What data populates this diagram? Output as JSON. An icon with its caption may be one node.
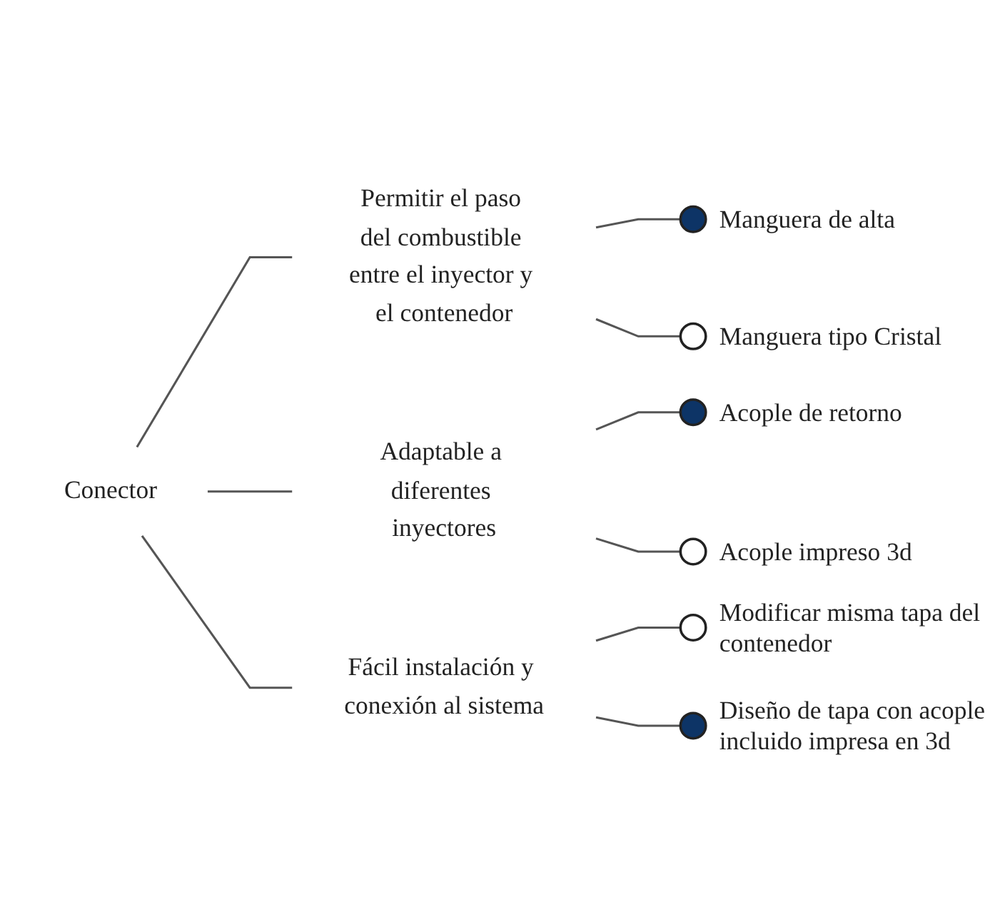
{
  "diagram": {
    "nodes": [
      {
        "text": [
          "Conector"
        ]
      },
      {
        "text": [
          "Permitir el paso del combustible entre el inyector y el contenedor"
        ]
      },
      {
        "text": [],
        "shape": "circle",
        "beside": [
          "Manguera de alta"
        ]
      },
      {
        "text": [],
        "shape": "circle",
        "beside": [
          "Manguera tipo Cristal"
        ]
      },
      {
        "text": [
          "Adaptable a diferentes inyectores"
        ]
      },
      {
        "text": [],
        "shape": "circle",
        "beside": [
          "Acople de retorno"
        ]
      },
      {
        "text": [],
        "shape": "circle",
        "beside": [
          "Acople impreso 3d"
        ]
      },
      {
        "text": [
          "Fácil instalación y conexión al sistema"
        ]
      },
      {
        "text": [],
        "shape": "circle",
        "beside": [
          "Modificar misma tapa del contenedor"
        ]
      },
      {
        "text": [],
        "shape": "circle",
        "beside": [
          "Diseño de tapa con acople incluido impresa en 3d"
        ]
      }
    ],
    "edges": [
      {
        "from": 0,
        "to": 1,
        "arrow": "none"
      },
      {
        "from": 0,
        "to": 4,
        "arrow": "none"
      },
      {
        "from": 0,
        "to": 7,
        "arrow": "none"
      },
      {
        "from": 1,
        "to": 2,
        "arrow": "none"
      },
      {
        "from": 1,
        "to": 3,
        "arrow": "none"
      },
      {
        "from": 4,
        "to": 5,
        "arrow": "none"
      },
      {
        "from": 4,
        "to": 6,
        "arrow": "none"
      },
      {
        "from": 7,
        "to": 8,
        "arrow": "none"
      },
      {
        "from": 7,
        "to": 9,
        "arrow": "none"
      }
    ]
  }
}
